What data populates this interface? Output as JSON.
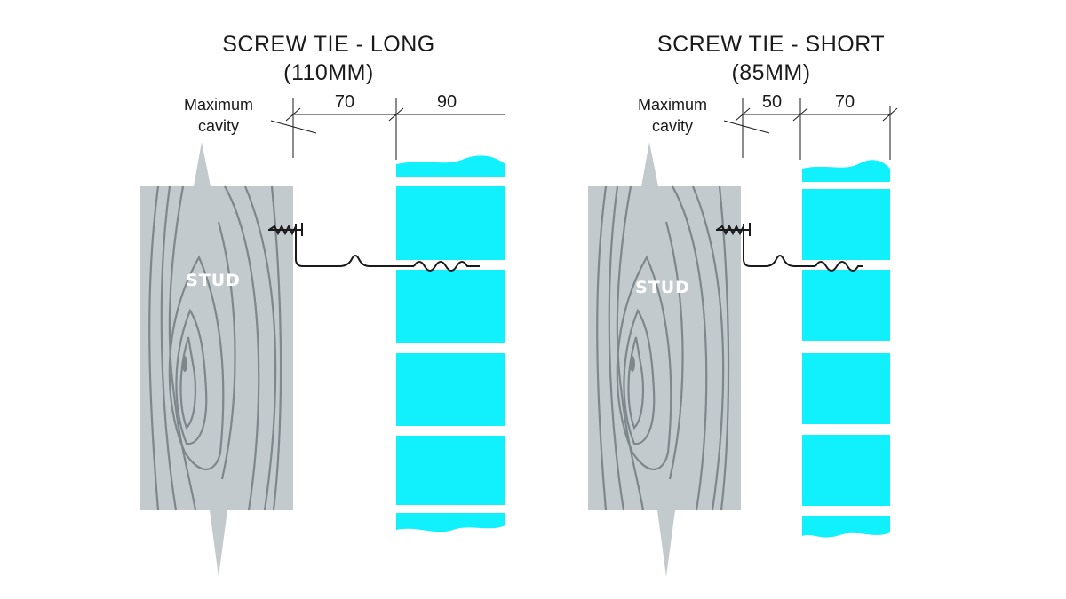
{
  "colors": {
    "stud": "#c2cacd",
    "grain": "#7d878c",
    "brick": "#10f0fd",
    "text": "#1a1a1a"
  },
  "panels": [
    {
      "title_line1": "SCREW TIE - LONG",
      "title_line2": "(110MM)",
      "cavity_label_line1": "Maximum",
      "cavity_label_line2": "cavity",
      "cavity_dim": "70",
      "brick_dim": "90",
      "stud_label": "STUD"
    },
    {
      "title_line1": "SCREW TIE - SHORT",
      "title_line2": "(85MM)",
      "cavity_label_line1": "Maximum",
      "cavity_label_line2": "cavity",
      "cavity_dim": "50",
      "brick_dim": "70",
      "stud_label": "STUD"
    }
  ]
}
